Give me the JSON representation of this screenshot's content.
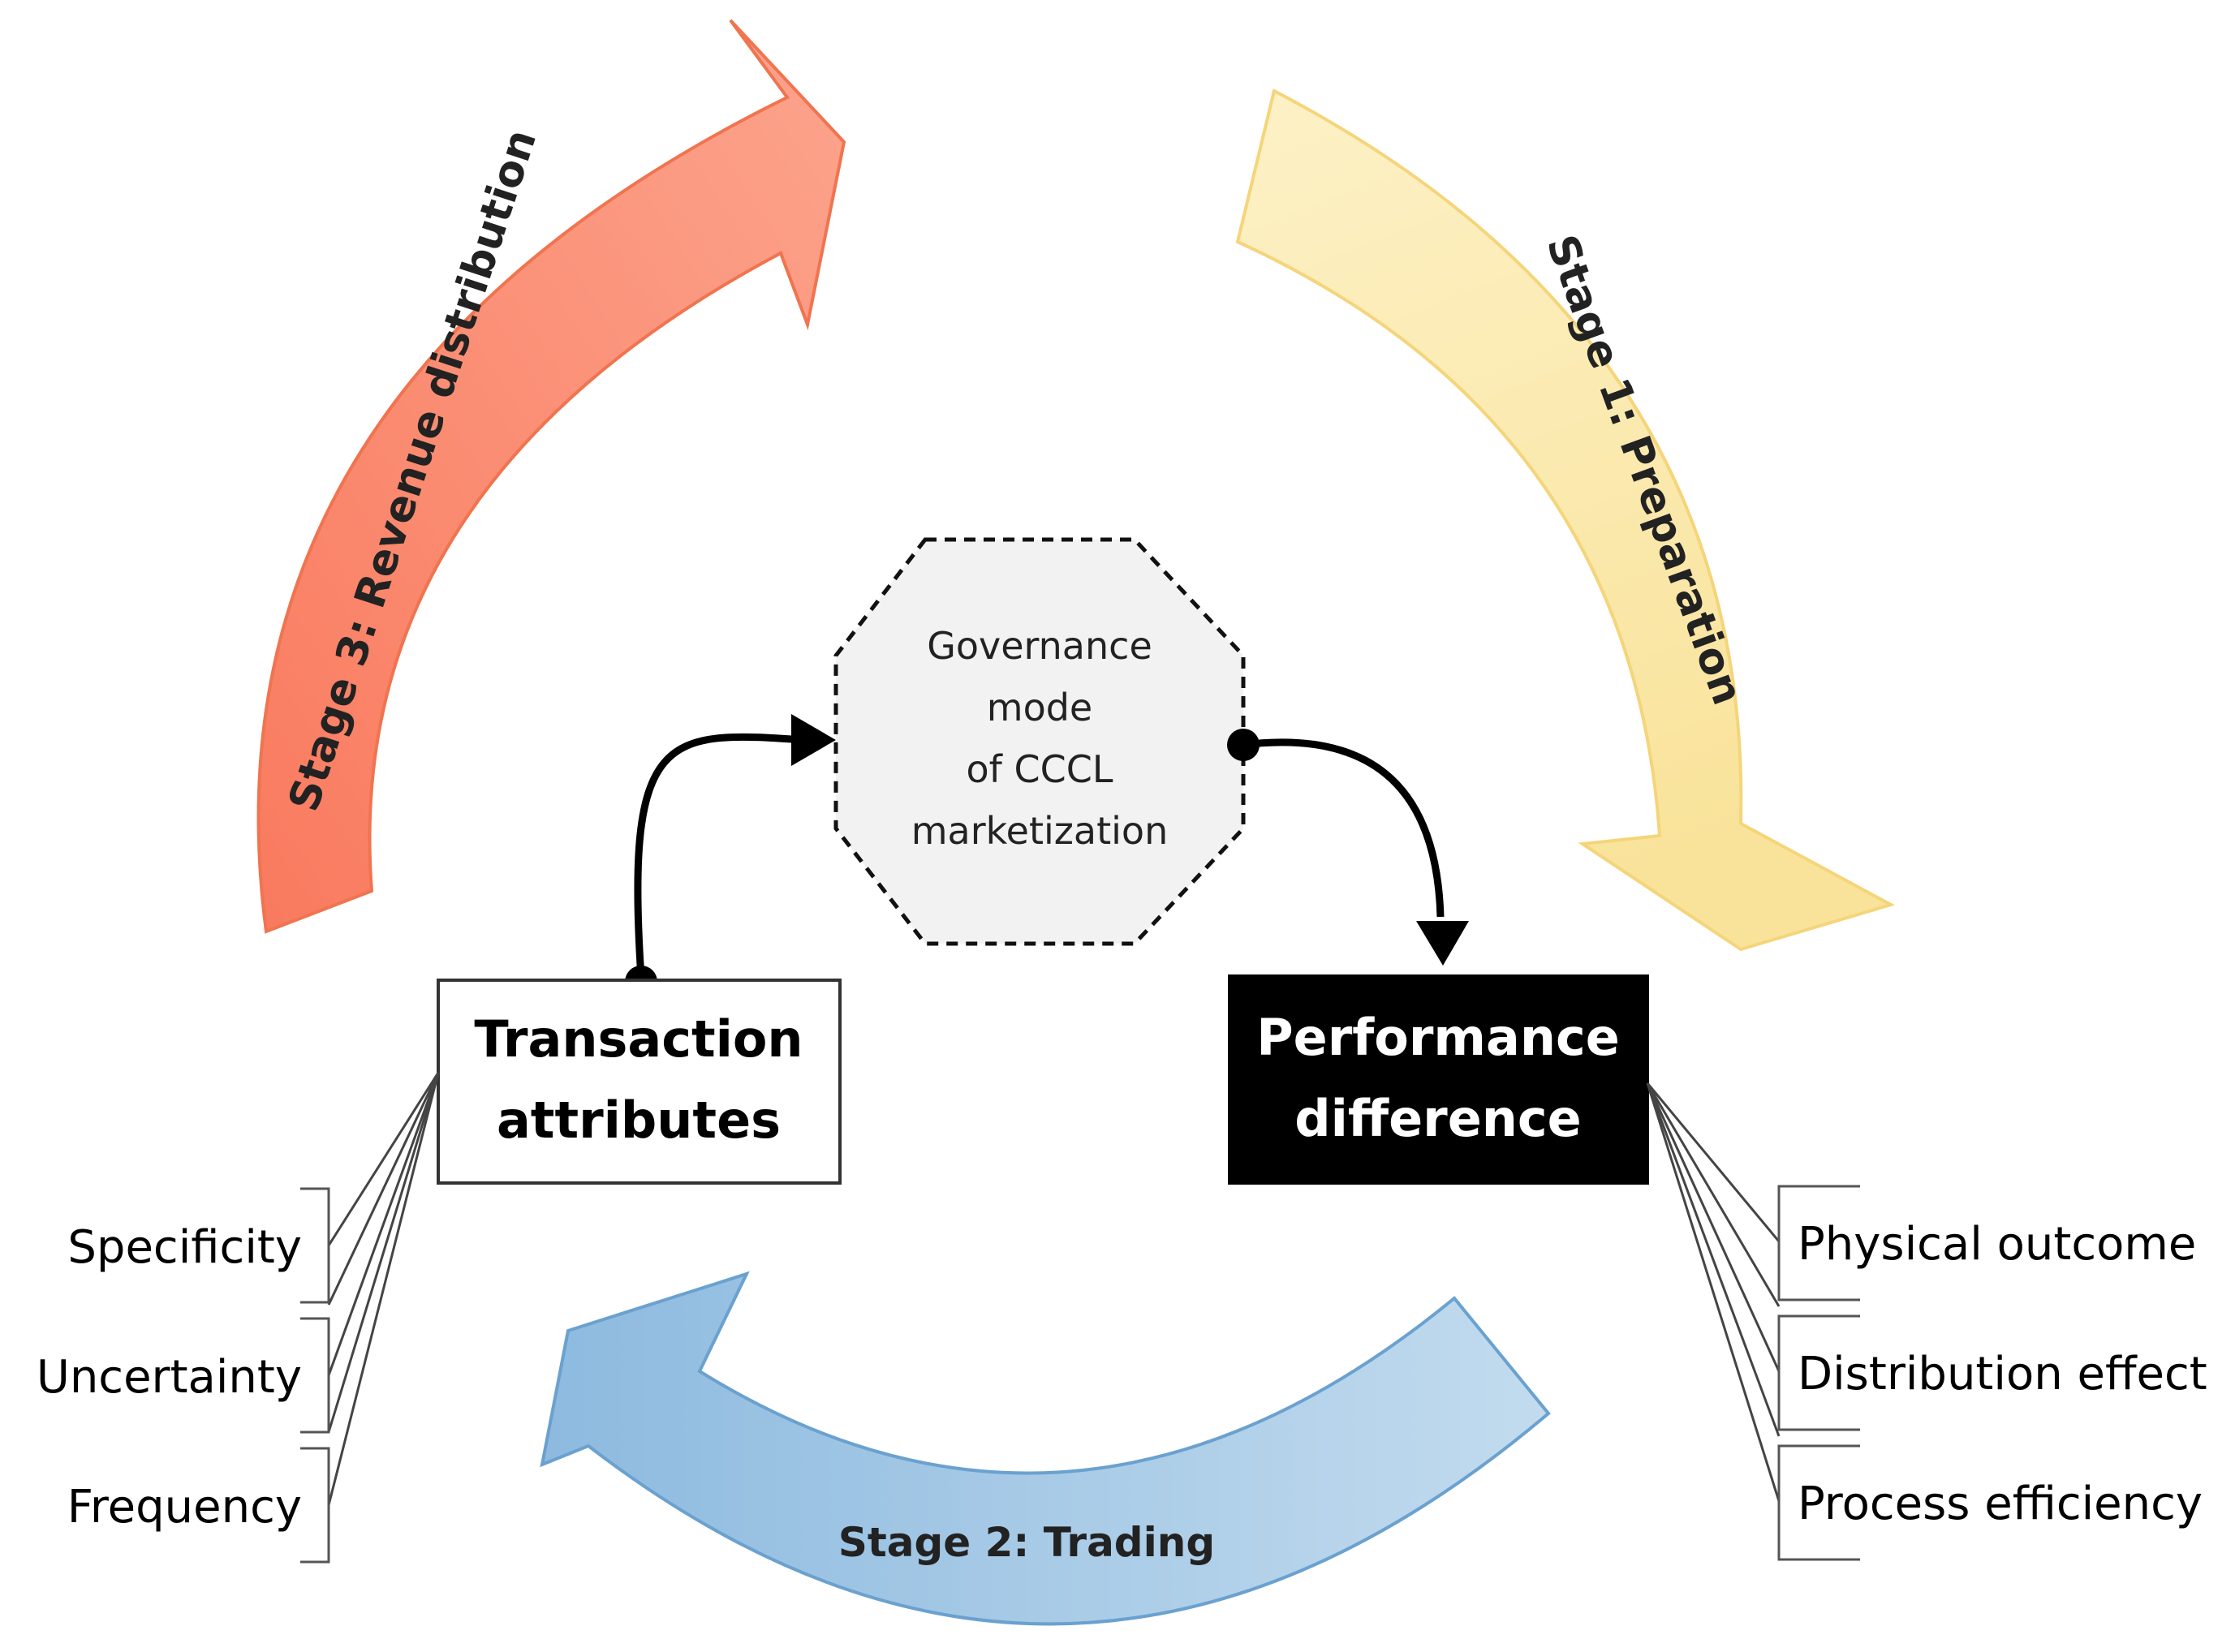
{
  "colors": {
    "stage1_fill": "#fbeebb",
    "stage1_stroke": "#f5d57a",
    "stage2_fill": "#a9cbe6",
    "stage2_stroke": "#6aa1cf",
    "stage3_fill": "#f9927a",
    "stage3_stroke": "#f0744f",
    "octagon_fill": "#f2f2f2",
    "dark_box": "#000000"
  },
  "stages": {
    "stage1": "Stage 1: Preparation",
    "stage2": "Stage 2: Trading",
    "stage3": "Stage 3: Revenue distribution"
  },
  "center": {
    "lines": [
      "Governance",
      "mode",
      "of CCCL",
      "marketization"
    ]
  },
  "transaction": {
    "lines": [
      "Transaction",
      "attributes"
    ],
    "items": [
      "Specificity",
      "Uncertainty",
      "Frequency"
    ]
  },
  "performance": {
    "lines": [
      "Performance",
      "difference"
    ],
    "items": [
      "Physical outcome",
      "Distribution effect",
      "Process efficiency"
    ]
  }
}
